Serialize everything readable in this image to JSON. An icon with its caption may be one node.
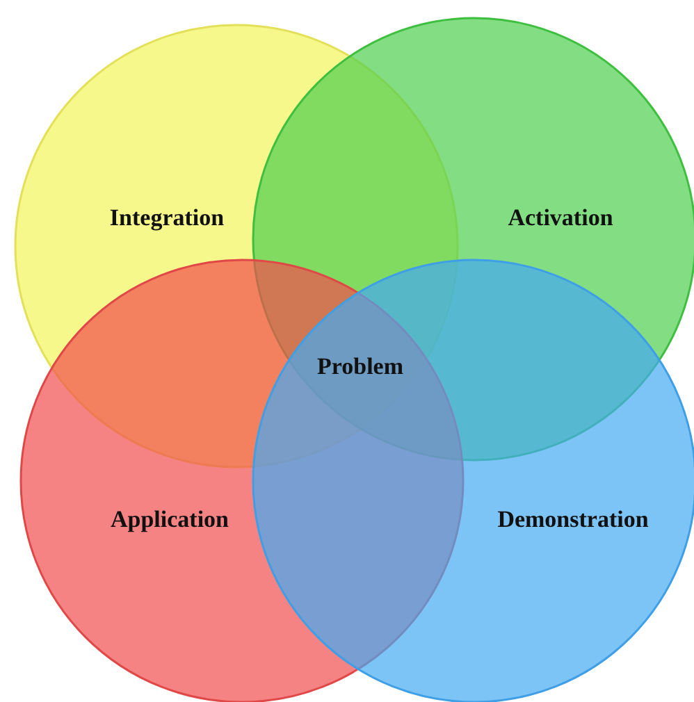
{
  "diagram": {
    "nodes": [
      {
        "text": [
          "Integration"
        ]
      },
      {
        "text": [
          "Activation"
        ]
      },
      {
        "text": [
          "Application"
        ]
      },
      {
        "text": [
          "Demonstration"
        ]
      }
    ],
    "labels": [
      "Problem"
    ]
  }
}
